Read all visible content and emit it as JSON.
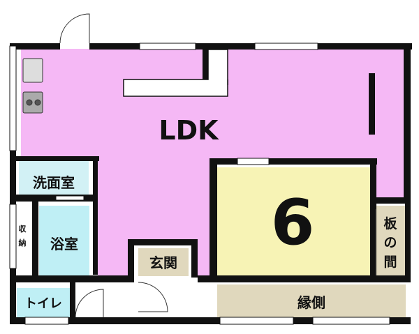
{
  "rooms": {
    "ldk": {
      "label": "LDK",
      "color": "#f5b8f5"
    },
    "washroom": {
      "label": "洗面室",
      "color": "#d2f1f5"
    },
    "bathroom": {
      "label": "浴室",
      "color": "#bfeff5"
    },
    "storage": {
      "label": "収納",
      "color": "#ffffff"
    },
    "toilet": {
      "label": "トイレ",
      "color": "#bfeff5"
    },
    "entrance": {
      "label": "玄関",
      "color": "#e0d8bd"
    },
    "tatami": {
      "label": "6",
      "color": "#f7f3b5"
    },
    "wood_floor": {
      "label": "板の間",
      "color": "#e0d8bd"
    },
    "veranda": {
      "label": "縁側",
      "color": "#e0d8bd"
    }
  },
  "colors": {
    "wall": "#111111",
    "window": "#ffffff",
    "door_arc": "#333333"
  }
}
